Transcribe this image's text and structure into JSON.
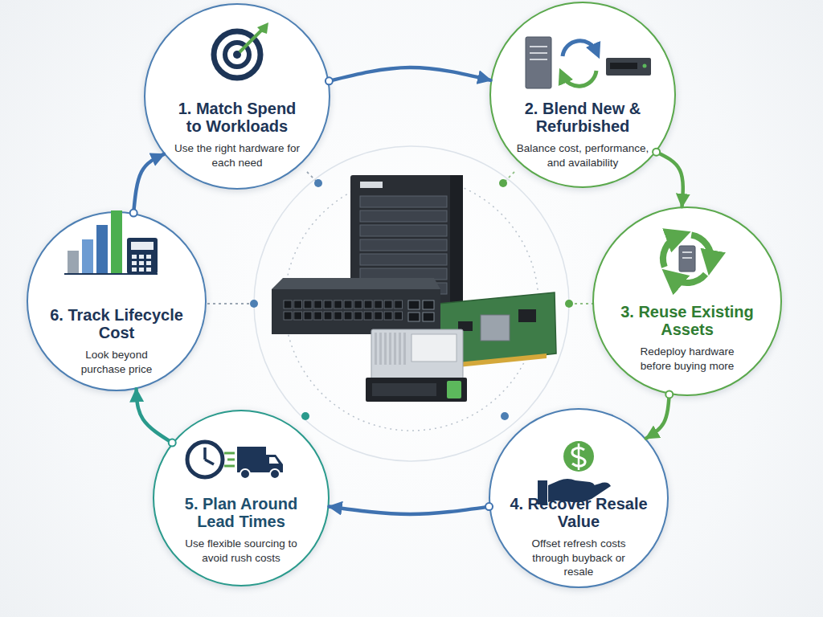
{
  "diagram": {
    "nodes": [
      {
        "text": [
          "1. Match Spend to Workloads",
          "Use the right hardware for each need"
        ]
      },
      {
        "text": [
          "2. Blend New & Refurbished",
          "Balance cost, performance, and availability"
        ]
      },
      {
        "text": [
          "3. Reuse Existing Assets",
          "Redeploy hardware before buying more"
        ]
      },
      {
        "text": [
          "4. Recover Resale Value",
          "Offset refresh costs through buyback or resale"
        ]
      },
      {
        "text": [
          "5. Plan Around Lead Times",
          "Use flexible sourcing to avoid rush costs"
        ]
      },
      {
        "text": [
          "6. Track Lifecycle Cost",
          "Look beyond purchase price"
        ]
      }
    ],
    "edges": [
      {
        "from": 0,
        "to": 1,
        "arrow": "to"
      },
      {
        "from": 1,
        "to": 2,
        "arrow": "to"
      },
      {
        "from": 2,
        "to": 3,
        "arrow": "to"
      },
      {
        "from": 3,
        "to": 4,
        "arrow": "to"
      },
      {
        "from": 4,
        "to": 5,
        "arrow": "to"
      },
      {
        "from": 5,
        "to": 0,
        "arrow": "to"
      }
    ]
  }
}
